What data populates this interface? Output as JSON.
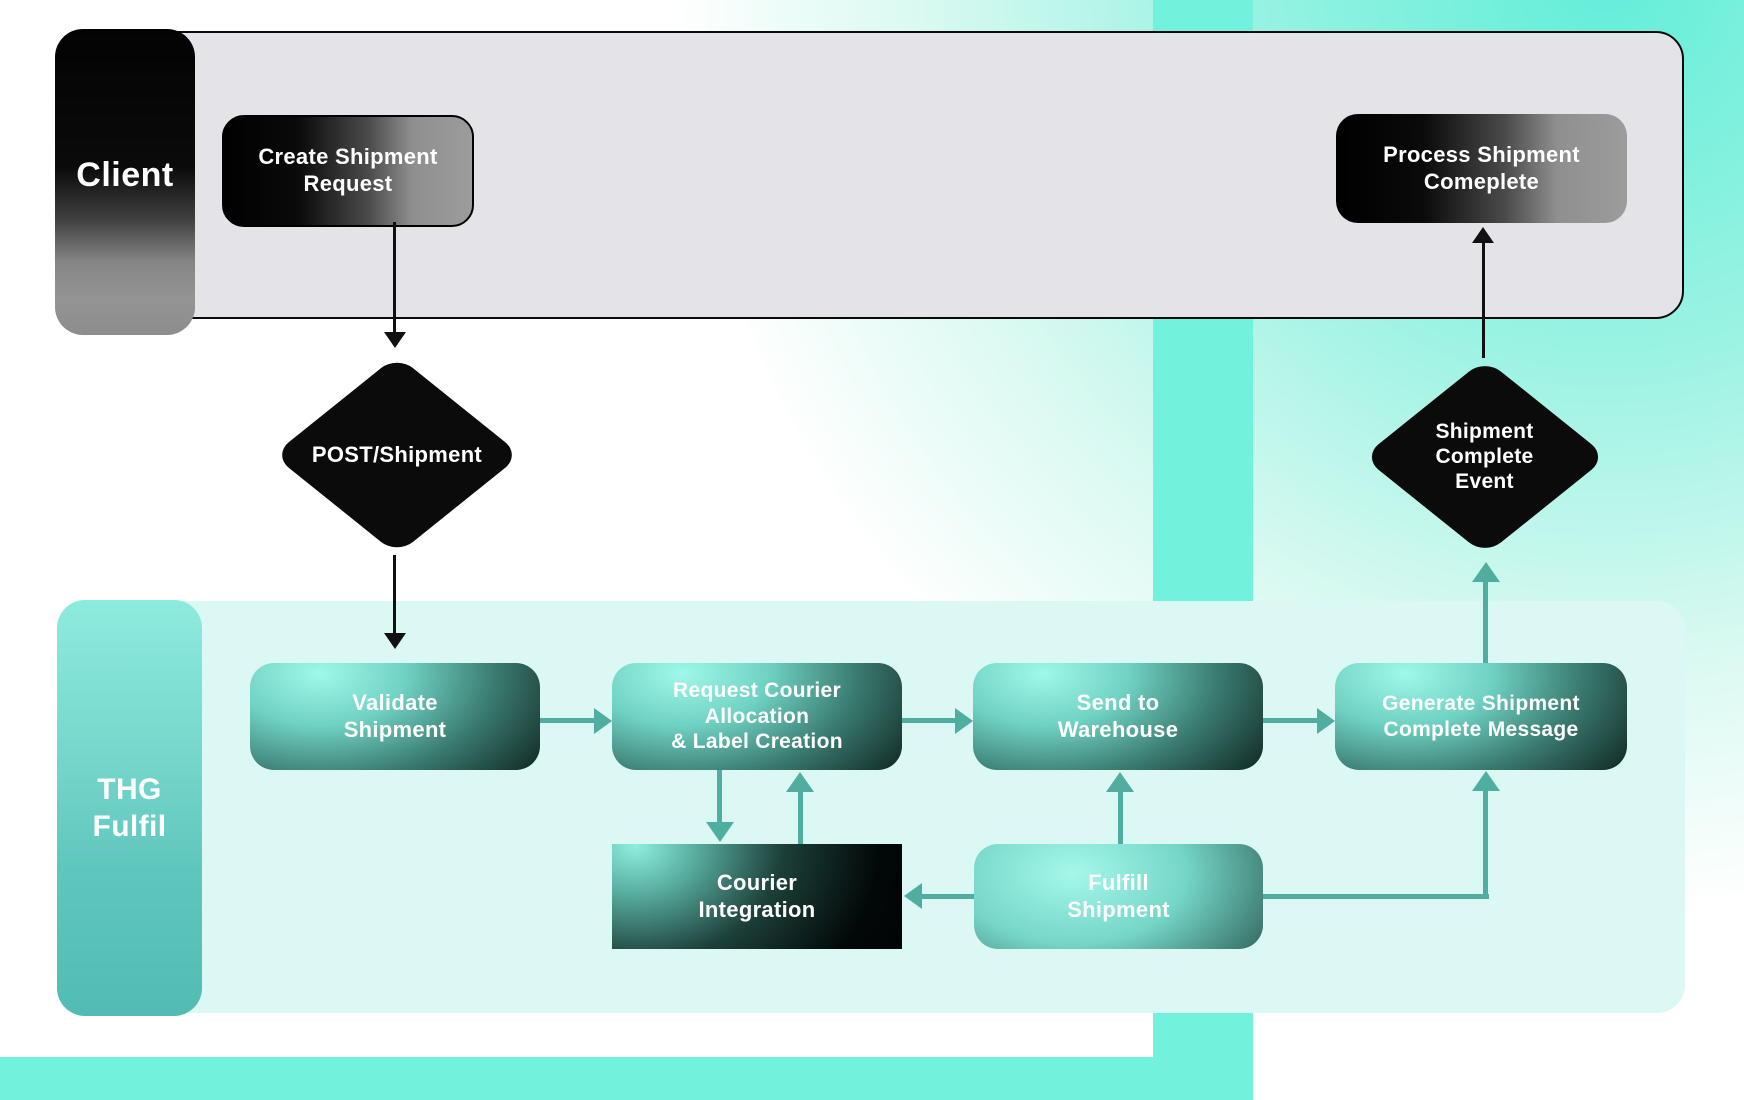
{
  "colors": {
    "teal_bar": "#72f2dd",
    "arrow_teal": "#4fae9f",
    "client_lane_bg": "#e4e4e8",
    "thg_lane_bg": "#dbf8f4",
    "thg_label_teal": "#58c1b8",
    "node_black": "#0b0b0b",
    "node_gray": "#9b9b9b"
  },
  "lanes": {
    "client": {
      "label": "Client"
    },
    "thg_fulfil": {
      "label": "THG\nFulfil"
    }
  },
  "client_nodes": {
    "create_shipment_request": {
      "label": "Create Shipment\nRequest"
    },
    "process_shipment_complete": {
      "label": "Process Shipment\nComeplete"
    }
  },
  "events": {
    "post_shipment": {
      "label": "POST/Shipment"
    },
    "shipment_complete_event": {
      "label": "Shipment\nComplete\nEvent"
    }
  },
  "thg_nodes": {
    "validate_shipment": {
      "label": "Validate\nShipment"
    },
    "request_courier_allocation": {
      "label": "Request Courier\nAllocation\n& Label Creation"
    },
    "send_to_warehouse": {
      "label": "Send to\nWarehouse"
    },
    "generate_shipment_complete_message": {
      "label": "Generate Shipment\nComplete Message"
    },
    "courier_integration": {
      "label": "Courier\nIntegration"
    },
    "fulfill_shipment": {
      "label": "Fulfill\nShipment"
    }
  }
}
